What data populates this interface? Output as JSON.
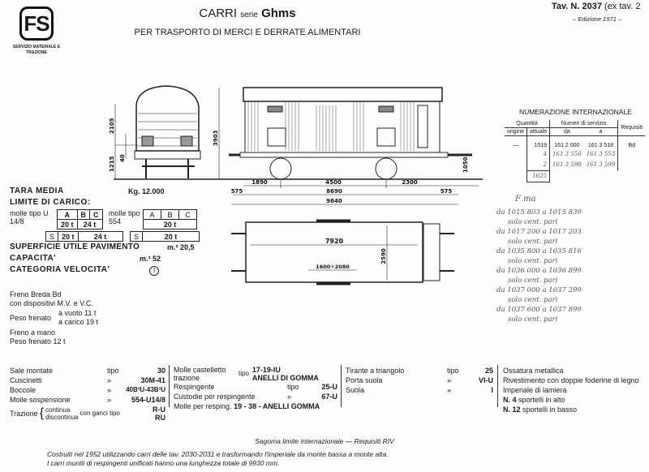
{
  "header": {
    "logo": "FS",
    "logo_sub": "SERVIZIO MATERIALE E TRAZIONE",
    "title_a": "CARRI",
    "title_b": "serie",
    "title_c": "Ghms",
    "subtitle": "PER TRASPORTO DI MERCI E DERRATE ALIMENTARI",
    "tav": "Tav. N. 2037",
    "tav_ex": "(ex tav. 2",
    "edition": "– Edizione 1971 –"
  },
  "dims": {
    "h_2105": "2105",
    "h_1215": "1215",
    "h_40": "40",
    "h_3903": "3903",
    "h_1050": "1050",
    "d_1890": "1890",
    "d_4500": "4500",
    "d_2300": "2300",
    "d_575a": "575",
    "d_8690": "8690",
    "d_575b": "575",
    "d_9840": "9840",
    "p_7920": "7920",
    "p_2590": "2590",
    "p_door": "1600÷2080"
  },
  "load": {
    "tara_label": "TARA MEDIA",
    "tara_value": "Kg. 12.000",
    "limite_label": "LIMITE DI CARICO:",
    "t1_label": "molle tipo U 14/8",
    "t1_head": [
      "A",
      "B",
      "C"
    ],
    "t1_r1": [
      "20 t",
      "24 t"
    ],
    "t1_r2": [
      "S",
      "20 t",
      "24 t"
    ],
    "t2_label": "molle tipo 554",
    "t2_head": [
      "A",
      "B",
      "C"
    ],
    "t2_r1": "20 t",
    "t2_r2": [
      "S",
      "20 t"
    ],
    "superficie_label": "SUPERFICIE UTILE PAVIMENTO",
    "superficie_value": "m.² 20,5",
    "capacita_label": "CAPACITA'",
    "capacita_value": "m.³ 52",
    "categoria_label": "CATEGORIA VELOCITA'",
    "categoria_value": "I"
  },
  "brake": {
    "l1": "Freno Breda Bd",
    "l2": "con dispositivi M.V. e V.C.",
    "l3a": "Peso frenato",
    "l3b": "a vuoto 11 t",
    "l3c": "a carico 19 t",
    "l4": "Freno a mano",
    "l5": "Peso frenato 12 t"
  },
  "numerazione": {
    "title": "NUMERAZIONE INTERNAZIONALE",
    "h_quantita": "Quantità",
    "h_numeri": "Numeri di servizio",
    "h_requisiti": "Requisiti",
    "h_origine": "origine",
    "h_attuale": "attuale",
    "h_da": "da",
    "h_a": "a",
    "rows": [
      {
        "origine": "—",
        "attuale": "1519",
        "da": "161 2 000",
        "a": "161 3 518",
        "req": "Bd"
      },
      {
        "origine": "",
        "attuale": "4",
        "da": "161 3 550",
        "a": "161 3 553",
        "req": ""
      },
      {
        "origine": "",
        "attuale": "2",
        "da": "161 3 598",
        "a": "161 3 599",
        "req": ""
      }
    ],
    "total": "1625"
  },
  "handwritten": {
    "title": "F ma",
    "lines": [
      "da 1015 803 a 1015 839",
      "solo cent. pari",
      "da 1017 200 a 1017 203",
      "solo cent. pari",
      "da 1035 800 a 1035 816",
      "solo cent. pari",
      "da 1036 000 a 1036 899",
      "solo cent. pari",
      "da 1037 000 a 1037 299",
      "solo cent. pari",
      "da 1037 600 a 1037 899",
      "solo cent. pari"
    ]
  },
  "specs": {
    "col1": [
      [
        "Sale montate",
        "tipo",
        "30"
      ],
      [
        "Cuscinetti",
        "»",
        "30M-41"
      ],
      [
        "Boccole",
        "»",
        "40B³U-43B³U"
      ],
      [
        "Molle sospensione",
        "»",
        "554-U14/8"
      ]
    ],
    "trazione": {
      "label": "Trazione",
      "a": "continua",
      "b": "discontinua",
      "c": "con ganci tipo",
      "v1": "R-U",
      "v2": "RU"
    },
    "col2": {
      "castelletto_a": "Molle castelletto",
      "castelletto_b": "trazione",
      "castelletto_tipo": "tipo",
      "castelletto_v1": "17-19-IU",
      "castelletto_v2": "ANELLI DI GOMMA",
      "rows": [
        [
          "Respingente",
          "tipo",
          "25-U"
        ],
        [
          "Custodie per respingente",
          "»",
          "67-U"
        ]
      ],
      "molle_resp": "Molle per resping.",
      "molle_resp_v": "19 - 38 - ANELLI GOMMA"
    },
    "col3": [
      [
        "Tirante a triangolo",
        "tipo",
        "25"
      ],
      [
        "Porta suola",
        "»",
        "VI-U"
      ],
      [
        "Suola",
        "»",
        "I"
      ]
    ],
    "col4": [
      "Ossatura metallica",
      "Rivestimento con doppie foderine di legno",
      "Imperiale di lamiera"
    ],
    "col4b": [
      [
        "N. 4",
        "sportelli in alto"
      ],
      [
        "N. 12",
        "sportelli in basso"
      ]
    ]
  },
  "footer": {
    "sagoma": "Sagoma limite internazionale — Requisiti RIV",
    "note1": "Costruiti nel 1952 utilizzando carri delle tav. 2030-2031 e trasformando l'imperiale da monte bassa a monte alta.",
    "note2": "I carri muniti di respingenti unificati hanno una lunghezza totale di 9930 mm."
  }
}
